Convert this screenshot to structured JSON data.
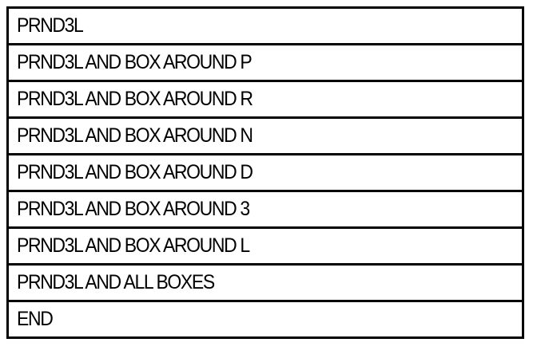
{
  "sequence": {
    "rows": [
      {
        "label": "PRND3L"
      },
      {
        "label": "PRND3L AND BOX AROUND P"
      },
      {
        "label": "PRND3L AND BOX AROUND R"
      },
      {
        "label": "PRND3L AND BOX AROUND N"
      },
      {
        "label": "PRND3L AND BOX AROUND D"
      },
      {
        "label": "PRND3L AND BOX AROUND 3"
      },
      {
        "label": "PRND3L AND BOX AROUND L"
      },
      {
        "label": "PRND3L AND ALL BOXES"
      },
      {
        "label": "END"
      }
    ]
  },
  "colors": {
    "line": "#000000",
    "text": "#000000",
    "background": "#ffffff"
  }
}
